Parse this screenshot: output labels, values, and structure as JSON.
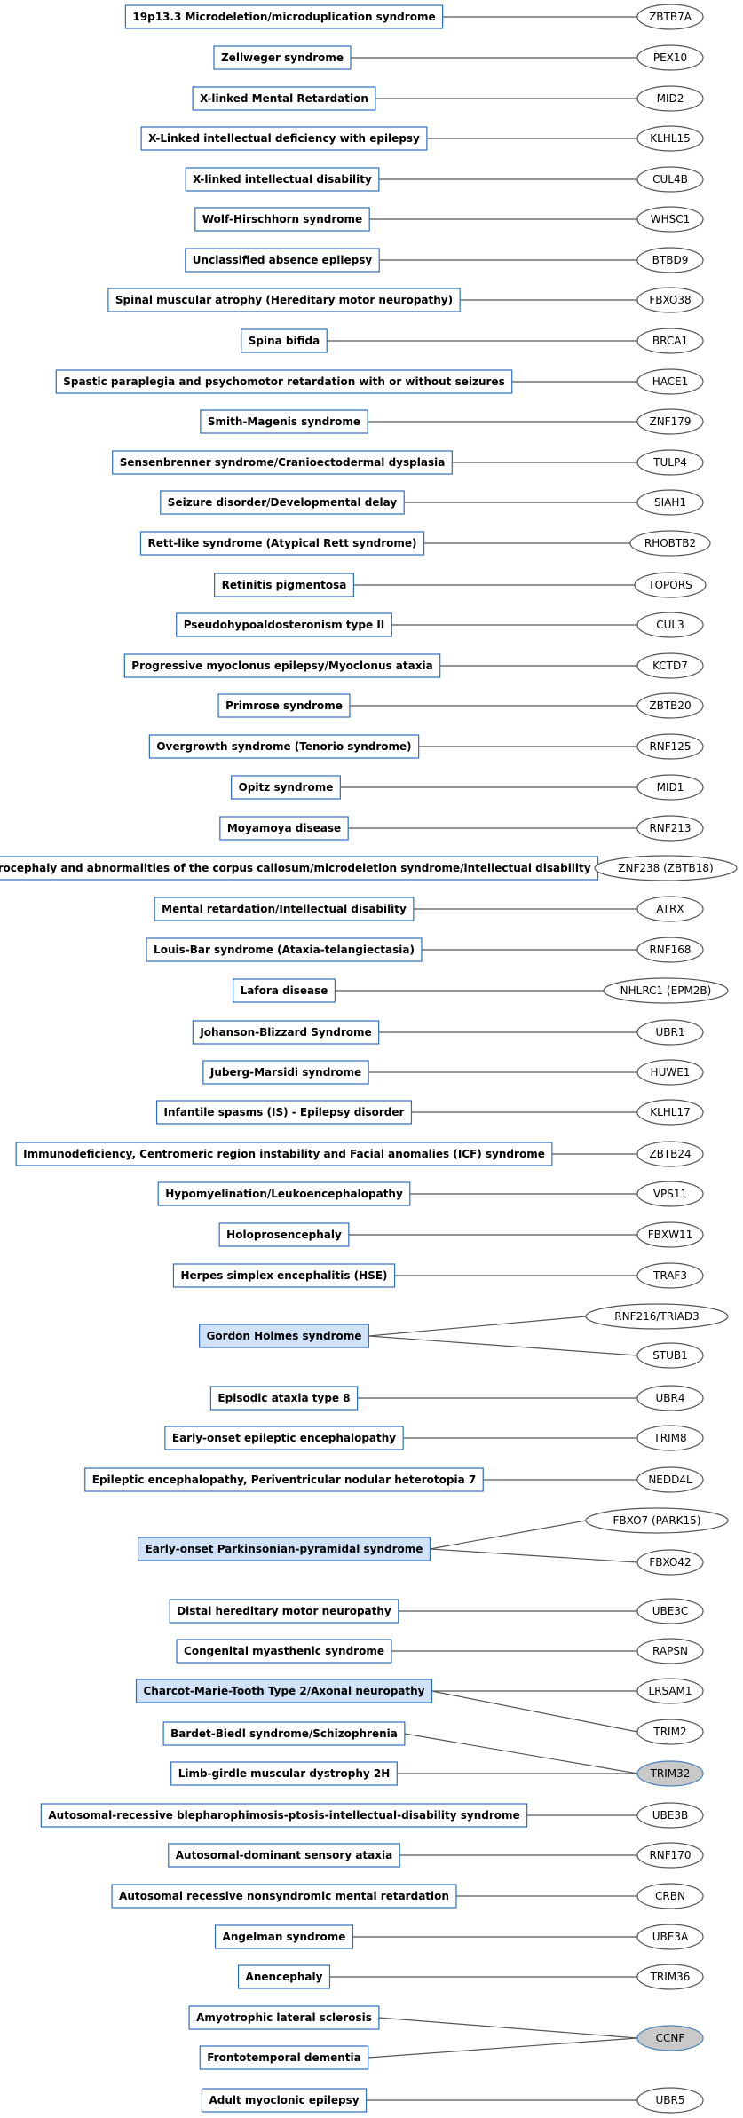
{
  "colors": {
    "box_border": "#2f6fbf",
    "box_fill": "#ffffff",
    "box_fill_highlight": "#cfe2f7",
    "ellipse_border": "#555555",
    "ellipse_fill": "#ffffff",
    "ellipse_fill_highlight": "#c9c9c9",
    "ellipse_border_highlight": "#4a7fbf",
    "edge": "#555555"
  },
  "diseases": [
    {
      "label": "19p13.3 Microdeletion/microduplication syndrome"
    },
    {
      "label": "Zellweger syndrome"
    },
    {
      "label": "X-linked Mental Retardation"
    },
    {
      "label": "X-Linked intellectual deficiency with epilepsy"
    },
    {
      "label": "X-linked intellectual disability"
    },
    {
      "label": "Wolf-Hirschhorn syndrome"
    },
    {
      "label": "Unclassified absence epilepsy"
    },
    {
      "label": "Spinal muscular atrophy (Hereditary motor neuropathy)"
    },
    {
      "label": "Spina bifida"
    },
    {
      "label": "Spastic paraplegia and psychomotor retardation with or without seizures"
    },
    {
      "label": "Smith-Magenis syndrome"
    },
    {
      "label": "Sensenbrenner syndrome/Cranioectodermal dysplasia"
    },
    {
      "label": "Seizure disorder/Developmental delay"
    },
    {
      "label": "Rett-like syndrome (Atypical Rett syndrome)"
    },
    {
      "label": "Retinitis pigmentosa"
    },
    {
      "label": "Pseudohypoaldosteronism type II"
    },
    {
      "label": "Progressive myoclonus epilepsy/Myoclonus ataxia"
    },
    {
      "label": "Primrose syndrome"
    },
    {
      "label": "Overgrowth syndrome (Tenorio syndrome)"
    },
    {
      "label": "Opitz syndrome"
    },
    {
      "label": "Moyamoya disease"
    },
    {
      "label": "Microcephaly and abnormalities of the corpus callosum/microdeletion syndrome/intellectual disability"
    },
    {
      "label": "Mental retardation/Intellectual disability"
    },
    {
      "label": "Louis-Bar syndrome (Ataxia-telangiectasia)"
    },
    {
      "label": "Lafora disease"
    },
    {
      "label": "Johanson-Blizzard Syndrome"
    },
    {
      "label": "Juberg-Marsidi syndrome"
    },
    {
      "label": "Infantile spasms (IS) - Epilepsy disorder"
    },
    {
      "label": "Immunodeficiency, Centromeric region instability and Facial anomalies (ICF) syndrome"
    },
    {
      "label": "Hypomyelination/Leukoencephalopathy"
    },
    {
      "label": "Holoprosencephaly"
    },
    {
      "label": "Herpes simplex encephalitis (HSE)"
    },
    {
      "label": "Gordon Holmes syndrome",
      "highlight": true
    },
    {
      "label": "Episodic ataxia type 8"
    },
    {
      "label": "Early-onset epileptic encephalopathy"
    },
    {
      "label": "Epileptic encephalopathy, Periventricular nodular heterotopia 7"
    },
    {
      "label": "Early-onset Parkinsonian-pyramidal syndrome",
      "highlight": true
    },
    {
      "label": "Distal hereditary motor neuropathy"
    },
    {
      "label": "Congenital myasthenic syndrome"
    },
    {
      "label": "Charcot-Marie-Tooth Type 2/Axonal neuropathy",
      "highlight": true
    },
    {
      "label": "Bardet-Biedl syndrome/Schizophrenia"
    },
    {
      "label": "Limb-girdle muscular dystrophy 2H"
    },
    {
      "label": "Autosomal-recessive blepharophimosis-ptosis-intellectual-disability syndrome"
    },
    {
      "label": "Autosomal-dominant sensory ataxia"
    },
    {
      "label": "Autosomal recessive nonsyndromic mental retardation"
    },
    {
      "label": "Angelman syndrome"
    },
    {
      "label": "Anencephaly"
    },
    {
      "label": "Amyotrophic lateral sclerosis"
    },
    {
      "label": "Frontotemporal dementia"
    },
    {
      "label": "Adult myoclonic epilepsy"
    }
  ],
  "genes": [
    {
      "label": "ZBTB7A"
    },
    {
      "label": "PEX10"
    },
    {
      "label": "MID2"
    },
    {
      "label": "KLHL15"
    },
    {
      "label": "CUL4B"
    },
    {
      "label": "WHSC1"
    },
    {
      "label": "BTBD9"
    },
    {
      "label": "FBXO38"
    },
    {
      "label": "BRCA1"
    },
    {
      "label": "HACE1"
    },
    {
      "label": "ZNF179"
    },
    {
      "label": "TULP4"
    },
    {
      "label": "SIAH1"
    },
    {
      "label": "RHOBTB2"
    },
    {
      "label": "TOPORS"
    },
    {
      "label": "CUL3"
    },
    {
      "label": "KCTD7"
    },
    {
      "label": "ZBTB20"
    },
    {
      "label": "RNF125"
    },
    {
      "label": "MID1"
    },
    {
      "label": "RNF213"
    },
    {
      "label": "ZNF238 (ZBTB18)"
    },
    {
      "label": "ATRX"
    },
    {
      "label": "RNF168"
    },
    {
      "label": "NHLRC1 (EPM2B)"
    },
    {
      "label": "UBR1"
    },
    {
      "label": "HUWE1"
    },
    {
      "label": "KLHL17"
    },
    {
      "label": "ZBTB24"
    },
    {
      "label": "VPS11"
    },
    {
      "label": "FBXW11"
    },
    {
      "label": "TRAF3"
    },
    {
      "label": "RNF216/TRIAD3"
    },
    {
      "label": "STUB1"
    },
    {
      "label": "UBR4"
    },
    {
      "label": "TRIM8"
    },
    {
      "label": "NEDD4L"
    },
    {
      "label": "FBXO7 (PARK15)"
    },
    {
      "label": "FBXO42"
    },
    {
      "label": "UBE3C"
    },
    {
      "label": "RAPSN"
    },
    {
      "label": "LRSAM1"
    },
    {
      "label": "TRIM2"
    },
    {
      "label": "TRIM32",
      "highlight": true
    },
    {
      "label": "UBE3B"
    },
    {
      "label": "RNF170"
    },
    {
      "label": "CRBN"
    },
    {
      "label": "UBE3A"
    },
    {
      "label": "TRIM36"
    },
    {
      "label": "CCNF",
      "highlight": true
    },
    {
      "label": "UBR5"
    }
  ],
  "edges": [
    [
      0,
      0
    ],
    [
      1,
      1
    ],
    [
      2,
      2
    ],
    [
      3,
      3
    ],
    [
      4,
      4
    ],
    [
      5,
      5
    ],
    [
      6,
      6
    ],
    [
      7,
      7
    ],
    [
      8,
      8
    ],
    [
      9,
      9
    ],
    [
      10,
      10
    ],
    [
      11,
      11
    ],
    [
      12,
      12
    ],
    [
      13,
      13
    ],
    [
      14,
      14
    ],
    [
      15,
      15
    ],
    [
      16,
      16
    ],
    [
      17,
      17
    ],
    [
      18,
      18
    ],
    [
      19,
      19
    ],
    [
      20,
      20
    ],
    [
      21,
      21
    ],
    [
      22,
      22
    ],
    [
      23,
      23
    ],
    [
      24,
      24
    ],
    [
      25,
      25
    ],
    [
      26,
      26
    ],
    [
      27,
      27
    ],
    [
      28,
      28
    ],
    [
      29,
      29
    ],
    [
      30,
      30
    ],
    [
      31,
      31
    ],
    [
      32,
      32
    ],
    [
      32,
      33
    ],
    [
      33,
      34
    ],
    [
      34,
      35
    ],
    [
      35,
      36
    ],
    [
      36,
      37
    ],
    [
      36,
      38
    ],
    [
      37,
      39
    ],
    [
      38,
      40
    ],
    [
      39,
      41
    ],
    [
      39,
      42
    ],
    [
      40,
      43
    ],
    [
      41,
      43
    ],
    [
      42,
      44
    ],
    [
      43,
      45
    ],
    [
      44,
      46
    ],
    [
      45,
      47
    ],
    [
      46,
      48
    ],
    [
      47,
      49
    ],
    [
      48,
      49
    ],
    [
      49,
      50
    ]
  ]
}
